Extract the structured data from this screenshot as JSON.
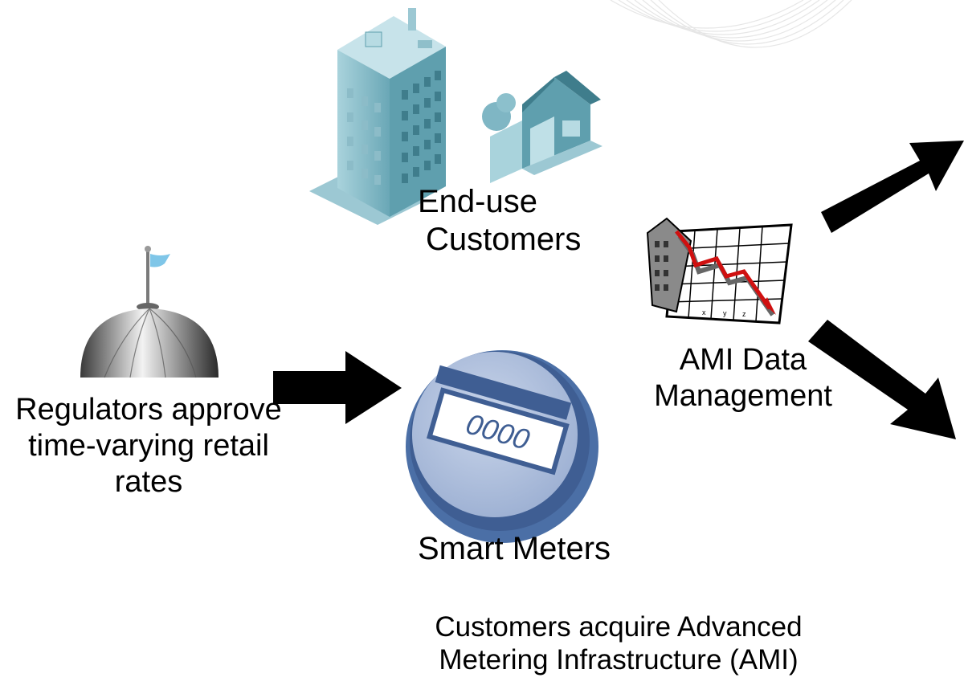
{
  "nodes": {
    "end_use_customers": {
      "line1": "End-use",
      "line2": "Customers"
    },
    "regulators": {
      "line1": "Regulators approve",
      "line2": "time-varying retail",
      "line3": "rates"
    },
    "smart_meters": {
      "label": "Smart Meters",
      "display": "0000"
    },
    "ami_data_management": {
      "line1": "AMI Data",
      "line2": "Management"
    },
    "customers_acquire": {
      "line1": "Customers acquire Advanced",
      "line2": "Metering Infrastructure (AMI)"
    }
  },
  "chart_icon_labels": [
    "x",
    "y",
    "z"
  ],
  "colors": {
    "meter_outer": "#4a6fa5",
    "meter_face": "#b3c3de",
    "building": "#7fb6c4",
    "arrow": "#000000",
    "flag": "#7fc6e8"
  }
}
